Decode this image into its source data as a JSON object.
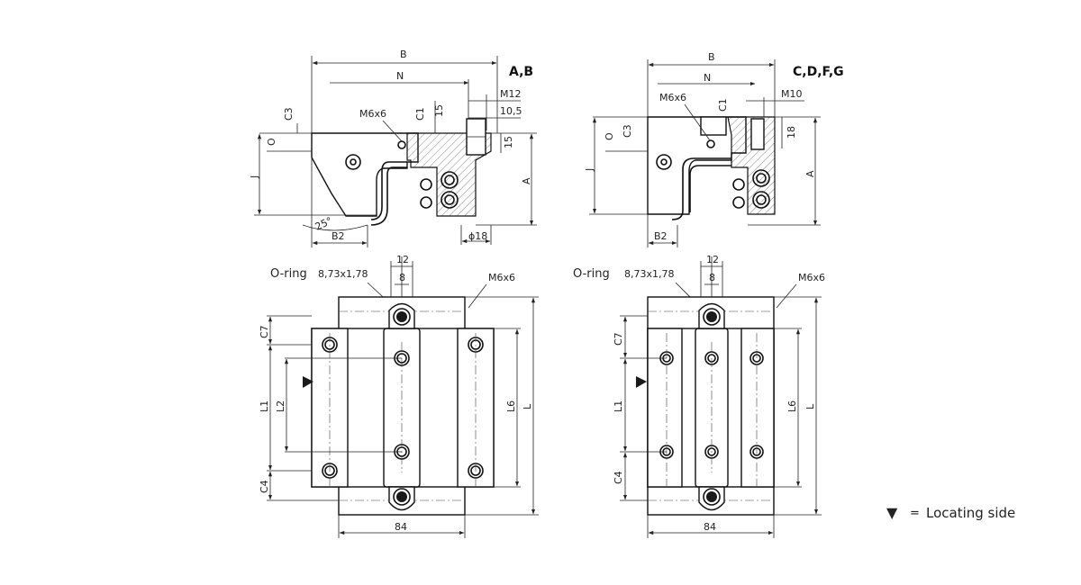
{
  "legend": {
    "marker": "▼",
    "equals": "=",
    "text": "Locating side"
  },
  "left_section": {
    "heading": "A,B",
    "labels": {
      "B": "B",
      "N": "N",
      "M12": "M12",
      "d10_5": "10,5",
      "M6x6": "M6x6",
      "C3": "C3",
      "C1": "C1",
      "d15a": "15",
      "d15b": "15",
      "O": "O",
      "J": "J",
      "A": "A",
      "angle": "25°",
      "B2": "B2",
      "phi18": "ϕ18"
    }
  },
  "right_section": {
    "heading": "C,D,F,G",
    "labels": {
      "B": "B",
      "N": "N",
      "M10": "M10",
      "M6x6": "M6x6",
      "C1": "C1",
      "O": "O",
      "C3": "C3",
      "d18": "18",
      "J": "J",
      "A": "A",
      "B2": "B2"
    }
  },
  "left_plan": {
    "oring": "O-ring",
    "oring_size": "8,73x1,78",
    "d12": "12",
    "d8": "8",
    "M6x6": "M6x6",
    "C7": "C7",
    "L1": "L1",
    "L2": "L2",
    "C4": "C4",
    "L6": "L6",
    "L": "L",
    "d84": "84"
  },
  "right_plan": {
    "oring": "O-ring",
    "oring_size": "8,73x1,78",
    "d12": "12",
    "d8": "8",
    "M6x6": "M6x6",
    "C7": "C7",
    "L1": "L1",
    "C4": "C4",
    "L6": "L6",
    "L": "L",
    "d84": "84"
  }
}
